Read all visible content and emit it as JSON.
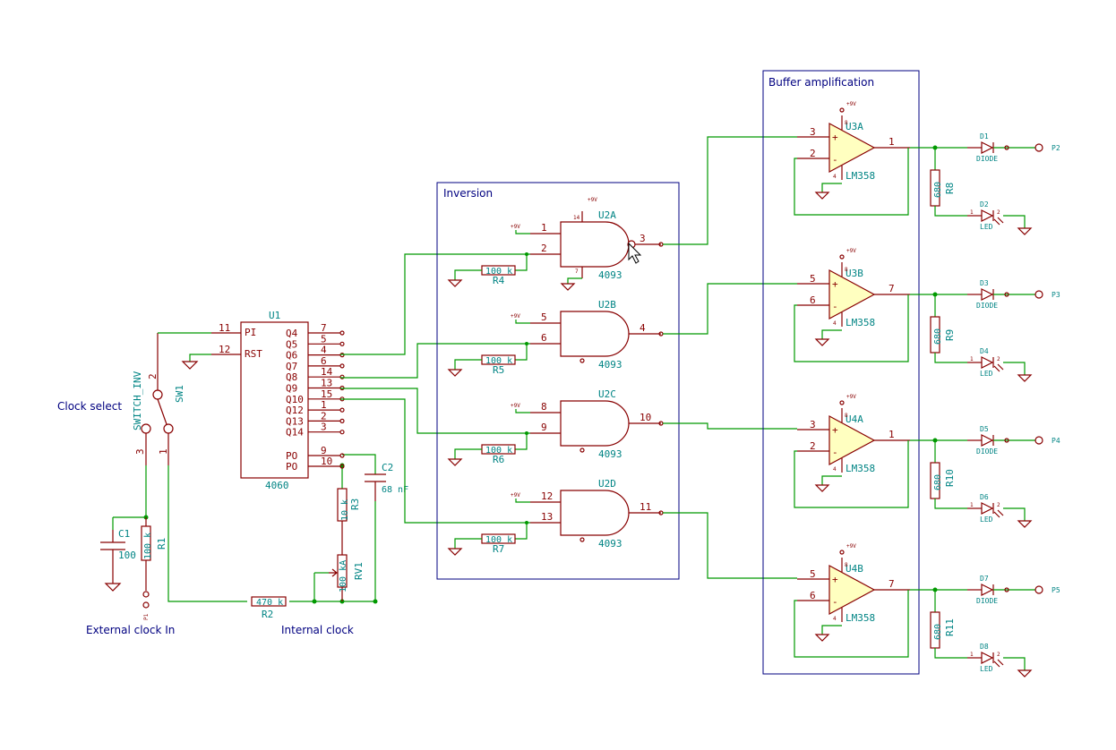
{
  "labels": {
    "clock_select": "Clock select",
    "external_clock": "External clock In",
    "internal_clock": "Internal clock",
    "inversion": "Inversion",
    "buffer": "Buffer amplification"
  },
  "power": "+9V",
  "u1": {
    "ref": "U1",
    "value": "4060",
    "left_pins": [
      {
        "num": "11",
        "name": "PI"
      },
      {
        "num": "12",
        "name": "RST"
      }
    ],
    "right_pins": [
      {
        "num": "7",
        "name": "Q4"
      },
      {
        "num": "5",
        "name": "Q5"
      },
      {
        "num": "4",
        "name": "Q6"
      },
      {
        "num": "6",
        "name": "Q7"
      },
      {
        "num": "14",
        "name": "Q8"
      },
      {
        "num": "13",
        "name": "Q9"
      },
      {
        "num": "15",
        "name": "Q10"
      },
      {
        "num": "1",
        "name": "Q12"
      },
      {
        "num": "2",
        "name": "Q13"
      },
      {
        "num": "3",
        "name": "Q14"
      },
      {
        "num": "9",
        "name": "PO"
      },
      {
        "num": "10",
        "name": "PO"
      }
    ]
  },
  "sw1": {
    "ref": "SW1",
    "value": "SWITCH_INV",
    "pins": [
      "2",
      "3",
      "1"
    ]
  },
  "passives": {
    "c1": {
      "ref": "C1",
      "value": "100"
    },
    "r1": {
      "ref": "R1",
      "value": "100 k"
    },
    "p1": {
      "ref": "P1"
    },
    "c2": {
      "ref": "C2",
      "value": "68 nF"
    },
    "r3": {
      "ref": "R3",
      "value": "10 k"
    },
    "rv1": {
      "ref": "RV1",
      "value": "100 kA"
    },
    "r2": {
      "ref": "R2",
      "value": "470 k"
    }
  },
  "gates": [
    {
      "ref": "U2A",
      "value": "4093",
      "in1": "1",
      "in2": "2",
      "out": "3",
      "r_ref": "R4",
      "r_val": "100 k"
    },
    {
      "ref": "U2B",
      "value": "4093",
      "in1": "5",
      "in2": "6",
      "out": "4",
      "r_ref": "R5",
      "r_val": "100 k"
    },
    {
      "ref": "U2C",
      "value": "4093",
      "in1": "8",
      "in2": "9",
      "out": "10",
      "r_ref": "R6",
      "r_val": "100 k"
    },
    {
      "ref": "U2D",
      "value": "4093",
      "in1": "12",
      "in2": "13",
      "out": "11",
      "r_ref": "R7",
      "r_val": "100 k"
    }
  ],
  "gate_power_pins": [
    "14",
    "7"
  ],
  "opamps": [
    {
      "ref": "U3A",
      "value": "LM358",
      "inp": "3",
      "inn": "2",
      "out": "1",
      "r_ref": "R8",
      "r_val": "680",
      "d_ref": "D1",
      "d_val": "DIODE",
      "led_ref": "D2",
      "led_val": "LED",
      "port": "P2"
    },
    {
      "ref": "U3B",
      "value": "LM358",
      "inp": "5",
      "inn": "6",
      "out": "7",
      "r_ref": "R9",
      "r_val": "680",
      "d_ref": "D3",
      "d_val": "DIODE",
      "led_ref": "D4",
      "led_val": "LED",
      "port": "P3"
    },
    {
      "ref": "U4A",
      "value": "LM358",
      "inp": "3",
      "inn": "2",
      "out": "1",
      "r_ref": "R10",
      "r_val": "680",
      "d_ref": "D5",
      "d_val": "DIODE",
      "led_ref": "D6",
      "led_val": "LED",
      "port": "P4"
    },
    {
      "ref": "U4B",
      "value": "LM358",
      "inp": "5",
      "inn": "6",
      "out": "7",
      "r_ref": "R11",
      "r_val": "680",
      "d_ref": "D7",
      "d_val": "DIODE",
      "led_ref": "D8",
      "led_val": "LED",
      "port": "P5"
    }
  ],
  "opamp_pins": {
    "vplus": "8",
    "vminus": "4",
    "plus": "+",
    "minus": "-"
  },
  "led_pins": [
    "1",
    "2"
  ]
}
